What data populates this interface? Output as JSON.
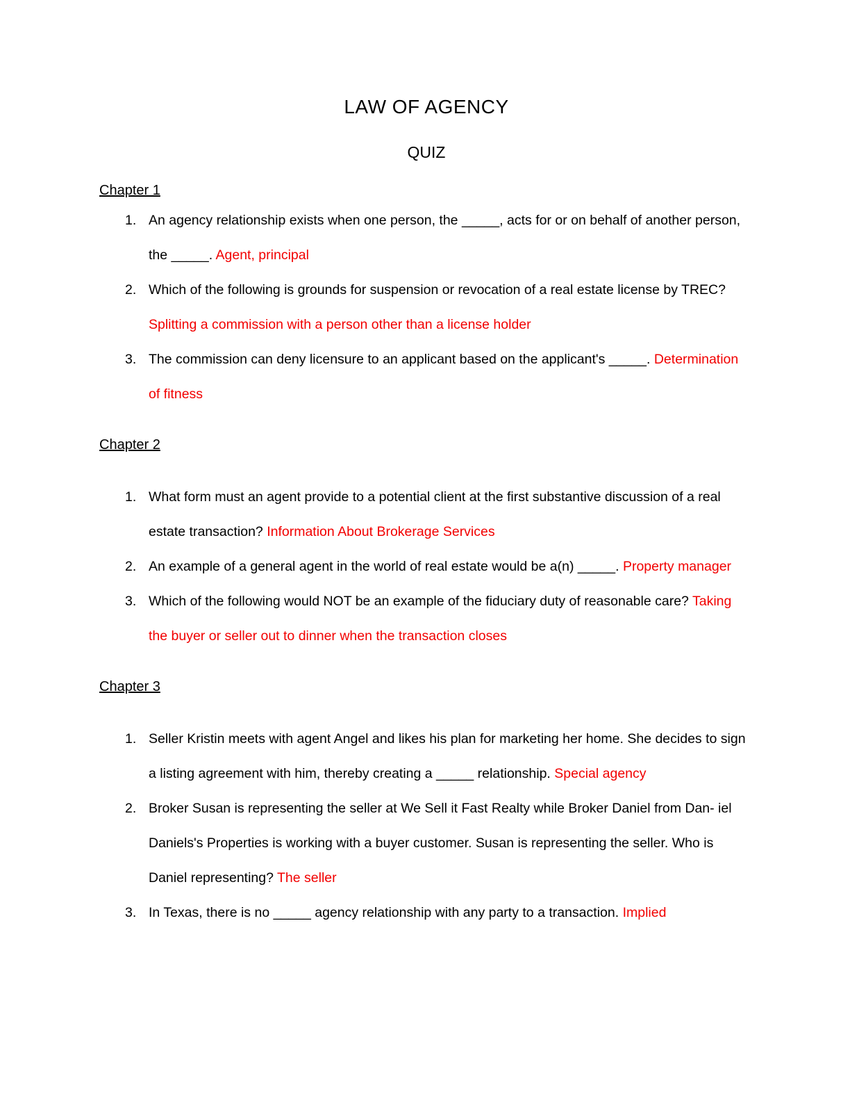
{
  "page": {
    "title": "LAW OF AGENCY",
    "subtitle": "QUIZ"
  },
  "colors": {
    "body_text": "#000000",
    "answer_text": "#f20000",
    "background": "#ffffff"
  },
  "chapters": [
    {
      "heading": "Chapter 1",
      "questions": [
        {
          "number": "1.",
          "question": "An agency relationship exists when one person, the _____, acts for or on behalf of another person, the _____. ",
          "answer": "Agent, principal"
        },
        {
          "number": "2.",
          "question": "Which of the following is grounds for suspension or revocation of a real estate license by TREC? ",
          "answer": "Splitting a commission with a person other than a license holder"
        },
        {
          "number": "3.",
          "question": "The commission can deny licensure to an applicant based on the applicant's _____. ",
          "answer": "Determination of fitness"
        }
      ]
    },
    {
      "heading": "Chapter 2",
      "questions": [
        {
          "number": "1.",
          "question": "What form must an agent provide to a potential client at the first substantive discussion of a real estate transaction? ",
          "answer": "Information About Brokerage Services"
        },
        {
          "number": "2.",
          "question": "An example of a general agent in the world of real estate would be a(n) _____. ",
          "answer": "Property manager"
        },
        {
          "number": "3.",
          "question": "Which of the following would NOT be an example of the fiduciary duty of reasonable care? ",
          "answer": "Taking the buyer or seller out to dinner when the transaction closes"
        }
      ]
    },
    {
      "heading": "Chapter 3",
      "questions": [
        {
          "number": "1.",
          "question": "Seller Kristin meets with agent Angel and likes his plan for marketing her home. She decides to sign a listing agreement with him, thereby creating a _____ relationship. ",
          "answer": "Special agency"
        },
        {
          "number": "2.",
          "question": "Broker Susan is representing the seller at We Sell it Fast Realty while Broker Daniel from Dan- iel Daniels's Properties is working with a buyer customer. Susan is representing the seller. Who is Daniel representing? ",
          "answer": "The seller"
        },
        {
          "number": "3.",
          "question": "In Texas, there is no _____ agency relationship with any party to a transaction. ",
          "answer": "Implied"
        }
      ]
    }
  ]
}
